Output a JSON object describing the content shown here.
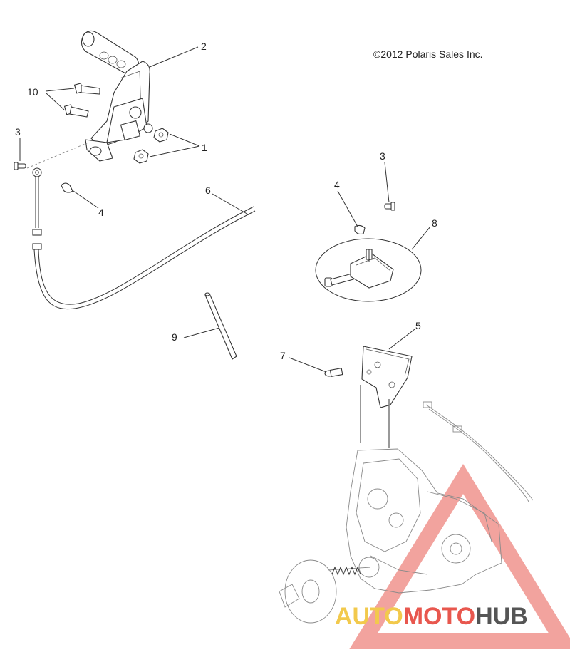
{
  "copyright": "©2012 Polaris Sales Inc.",
  "callouts": {
    "c1": "1",
    "c2": "2",
    "c3a": "3",
    "c3b": "3",
    "c4a": "4",
    "c4b": "4",
    "c5": "5",
    "c6": "6",
    "c7": "7",
    "c8": "8",
    "c9": "9",
    "c10": "10"
  },
  "watermark": {
    "part1": "AUTO",
    "part2": "MOTO",
    "part3": "HUB",
    "colors": {
      "auto": "#f2c94c",
      "moto": "#e8574e",
      "hub": "#555555"
    }
  }
}
